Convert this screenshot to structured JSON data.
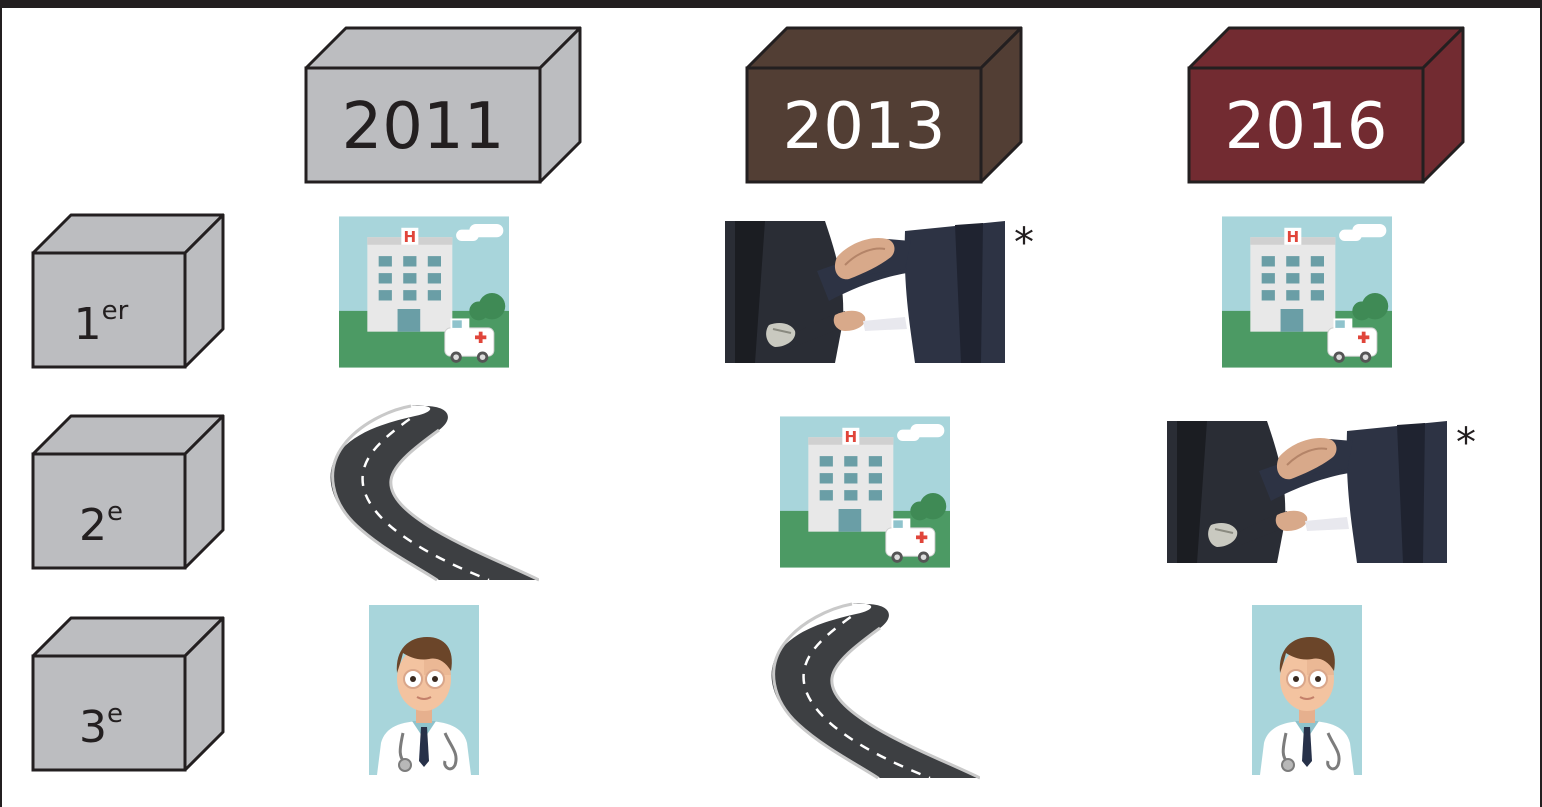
{
  "header": {
    "years": [
      {
        "label": "2011",
        "fill": "#bcbdc0",
        "text_color": "#231f20"
      },
      {
        "label": "2013",
        "fill": "#523e34",
        "text_color": "#ffffff"
      },
      {
        "label": "2016",
        "fill": "#722b31",
        "text_color": "#ffffff"
      }
    ]
  },
  "rows": [
    {
      "rank": "1",
      "suffix": "er",
      "cells": [
        "hospital-icon",
        "bribery-handshake-photo",
        "hospital-icon"
      ],
      "asterisks": [
        "",
        "*",
        ""
      ]
    },
    {
      "rank": "2",
      "suffix": "e",
      "cells": [
        "road-icon",
        "hospital-icon",
        "bribery-handshake-photo"
      ],
      "asterisks": [
        "",
        "",
        "*"
      ]
    },
    {
      "rank": "3",
      "suffix": "e",
      "cells": [
        "doctor-icon",
        "road-icon",
        "doctor-icon"
      ],
      "asterisks": [
        "",
        "",
        ""
      ]
    }
  ],
  "row_box_fill": "#bcbdc0"
}
